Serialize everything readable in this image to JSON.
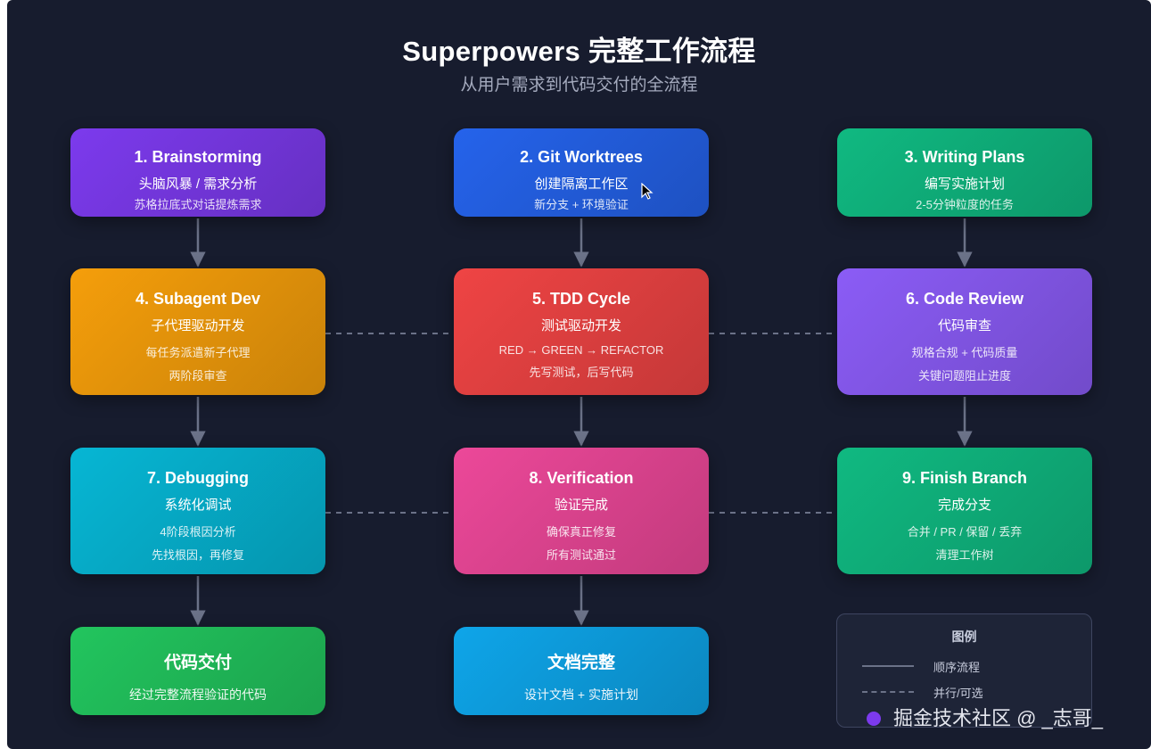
{
  "header": {
    "title": "Superpowers 完整工作流程",
    "subtitle": "从用户需求到代码交付的全流程"
  },
  "nodes": [
    {
      "id": "brainstorming",
      "title": "1. Brainstorming",
      "subtitle": "头脑风暴 / 需求分析",
      "desc": [
        "苏格拉底式对话提炼需求"
      ],
      "color": "#7c3aed"
    },
    {
      "id": "git-worktrees",
      "title": "2. Git Worktrees",
      "subtitle": "创建隔离工作区",
      "desc": [
        "新分支 + 环境验证"
      ],
      "color": "#2563eb"
    },
    {
      "id": "writing-plans",
      "title": "3. Writing Plans",
      "subtitle": "编写实施计划",
      "desc": [
        "2-5分钟粒度的任务"
      ],
      "color": "#10b981"
    },
    {
      "id": "subagent-dev",
      "title": "4. Subagent Dev",
      "subtitle": "子代理驱动开发",
      "desc": [
        "每任务派遣新子代理",
        "两阶段审查"
      ],
      "color": "#f59e0b"
    },
    {
      "id": "tdd-cycle",
      "title": "5. TDD Cycle",
      "subtitle": "测试驱动开发",
      "desc": [
        "RED → GREEN → REFACTOR",
        "先写测试，后写代码"
      ],
      "color": "#ef4444"
    },
    {
      "id": "code-review",
      "title": "6. Code Review",
      "subtitle": "代码审查",
      "desc": [
        "规格合规 + 代码质量",
        "关键问题阻止进度"
      ],
      "color": "#8b5cf6"
    },
    {
      "id": "debugging",
      "title": "7. Debugging",
      "subtitle": "系统化调试",
      "desc": [
        "4阶段根因分析",
        "先找根因，再修复"
      ],
      "color": "#06b6d4"
    },
    {
      "id": "verification",
      "title": "8. Verification",
      "subtitle": "验证完成",
      "desc": [
        "确保真正修复",
        "所有测试通过"
      ],
      "color": "#ec4899"
    },
    {
      "id": "finish-branch",
      "title": "9. Finish Branch",
      "subtitle": "完成分支",
      "desc": [
        "合并 / PR / 保留 / 丢弃",
        "清理工作树"
      ],
      "color": "#10b981"
    },
    {
      "id": "code-delivery",
      "title": "代码交付",
      "subtitle": "经过完整流程验证的代码",
      "desc": [],
      "color": "#22c55e"
    },
    {
      "id": "docs-complete",
      "title": "文档完整",
      "subtitle": "设计文档 + 实施计划",
      "desc": [],
      "color": "#0ea5e9"
    }
  ],
  "edges": {
    "sequential": [
      [
        "brainstorming",
        "subagent-dev"
      ],
      [
        "git-worktrees",
        "tdd-cycle"
      ],
      [
        "writing-plans",
        "code-review"
      ],
      [
        "subagent-dev",
        "debugging"
      ],
      [
        "tdd-cycle",
        "verification"
      ],
      [
        "code-review",
        "finish-branch"
      ],
      [
        "debugging",
        "code-delivery"
      ],
      [
        "verification",
        "docs-complete"
      ]
    ],
    "parallel": [
      [
        "subagent-dev",
        "tdd-cycle"
      ],
      [
        "tdd-cycle",
        "code-review"
      ],
      [
        "debugging",
        "verification"
      ],
      [
        "verification",
        "finish-branch"
      ]
    ]
  },
  "legend": {
    "title": "图例",
    "solid_label": "顺序流程",
    "dashed_label": "并行/可选"
  },
  "watermark": "掘金技术社区 @ _志哥_",
  "colors": {
    "background": "#171c2e",
    "connector": "#6b7288"
  }
}
